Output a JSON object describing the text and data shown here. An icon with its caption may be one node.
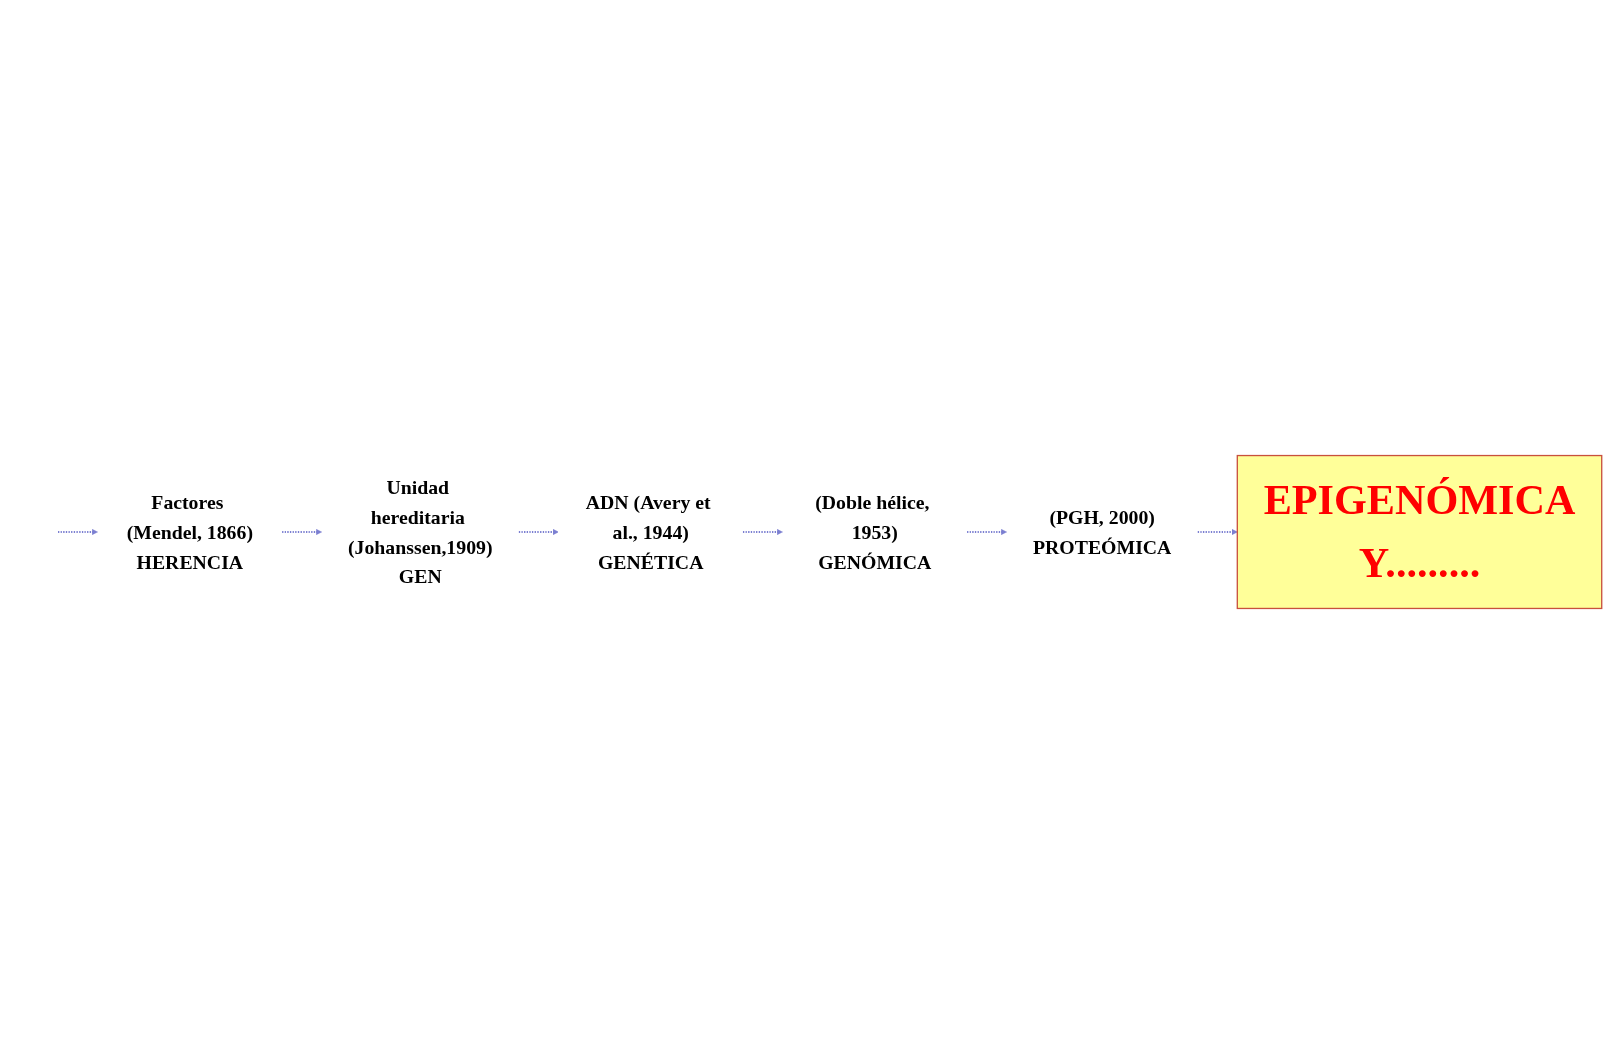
{
  "diagram": {
    "nodes": [
      {
        "text": [
          "Factores (Mendel, 1866)",
          "HERENCIA"
        ]
      },
      {
        "text": [
          "Unidad hereditaria (Johanssen,1909)",
          "GEN"
        ]
      },
      {
        "text": [
          "ADN (Avery et al., 1944)",
          "GENÉTICA"
        ]
      },
      {
        "text": [
          "(Doble hélice, 1953)",
          "GENÓMICA"
        ]
      },
      {
        "text": [
          "(PGH, 2000)",
          "PROTEÓMICA"
        ]
      },
      {
        "text": [
          "EPIGENÓMICA",
          "Y........."
        ]
      }
    ],
    "edges": [
      {
        "from": null,
        "to": 0,
        "arrow": "to",
        "style": "dashed"
      },
      {
        "from": 0,
        "to": 1,
        "arrow": "to",
        "style": "dashed"
      },
      {
        "from": 1,
        "to": 2,
        "arrow": "to",
        "style": "dashed"
      },
      {
        "from": 2,
        "to": 3,
        "arrow": "to",
        "style": "dashed"
      },
      {
        "from": 3,
        "to": 4,
        "arrow": "to",
        "style": "dashed"
      },
      {
        "from": 4,
        "to": 5,
        "arrow": "to",
        "style": "dashed"
      }
    ]
  }
}
